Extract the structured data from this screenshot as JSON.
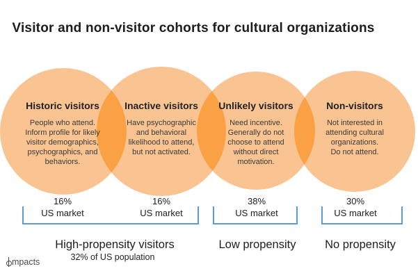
{
  "title": "Visitor and non-visitor cohorts for cultural organizations",
  "colors": {
    "circle_fill": "#F9C392",
    "overlap_fill": "#F9A144",
    "bracket": "#5B9BD5"
  },
  "cohorts": [
    {
      "name": "Historic visitors",
      "description_lines": [
        "People who attend.",
        "Inform profile for likely",
        "visitor demographics,",
        "psychographics, and",
        "behaviors."
      ],
      "market_share": "16%",
      "market_scope": "US market"
    },
    {
      "name": "Inactive visitors",
      "description_lines": [
        "Have psychographic",
        "and behavioral",
        "likelihood to attend,",
        "but not activated."
      ],
      "market_share": "16%",
      "market_scope": "US market"
    },
    {
      "name": "Unlikely visitors",
      "description_lines": [
        "Need incentive.",
        "Generally do not",
        "choose to attend",
        "without direct",
        "motivation."
      ],
      "market_share": "38%",
      "market_scope": "US market"
    },
    {
      "name": "Non-visitors",
      "description_lines": [
        "Not interested in",
        "attending cultural",
        "organizations.",
        "Do not attend."
      ],
      "market_share": "30%",
      "market_scope": "US market"
    }
  ],
  "propensity_groups": [
    {
      "label": "High-propensity visitors",
      "sublabel": "32% of US population"
    },
    {
      "label": "Low propensity"
    },
    {
      "label": "No propensity"
    }
  ],
  "brand": {
    "name": "impacts",
    "display_text": "mpacts"
  }
}
